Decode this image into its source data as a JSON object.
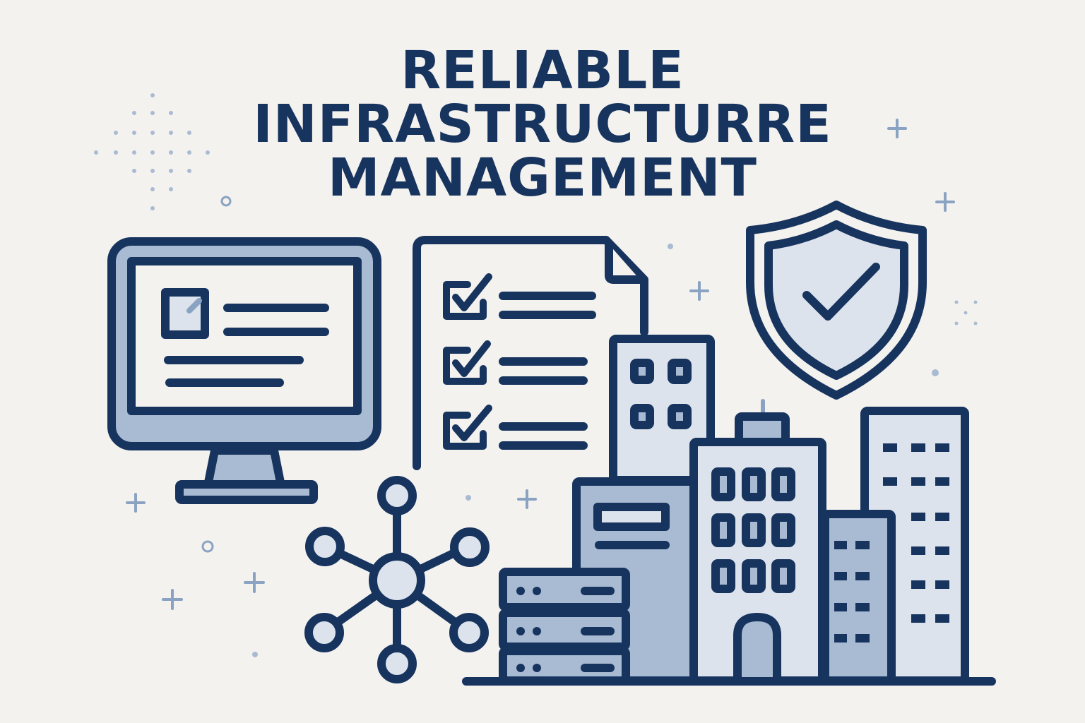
{
  "title": {
    "line1": "RELIABLE",
    "line2": "INFRASTRUCTURRE",
    "line3": "MANAGEMENT"
  },
  "colors": {
    "background": "#f4f2ee",
    "outline": "#17345f",
    "fill_light": "#dde3ec",
    "fill_mid": "#a9bbd3",
    "accent_sparkle": "#8aa3c2"
  },
  "icons": [
    "monitor-icon",
    "checklist-document-icon",
    "shield-check-icon",
    "network-hub-icon",
    "server-stack-icon",
    "city-buildings-icon"
  ]
}
